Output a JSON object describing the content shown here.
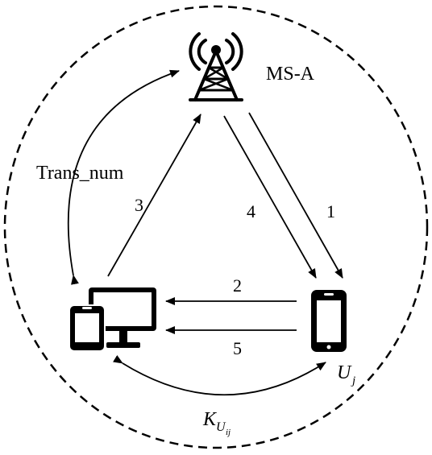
{
  "labels": {
    "station": "MS-A",
    "trans_num": "Trans_num",
    "step_1": "1",
    "step_2": "2",
    "step_3": "3",
    "step_4": "4",
    "step_5": "5",
    "user_main": "U",
    "user_sub": "j",
    "key_main": "K",
    "key_sub1": "U",
    "key_sub2": "ij"
  },
  "icons": {
    "tower": "cell-tower-icon",
    "devices": "computer-and-phone-icon",
    "phone": "mobile-phone-icon"
  },
  "colors": {
    "stroke": "#000000",
    "background": "#ffffff"
  }
}
